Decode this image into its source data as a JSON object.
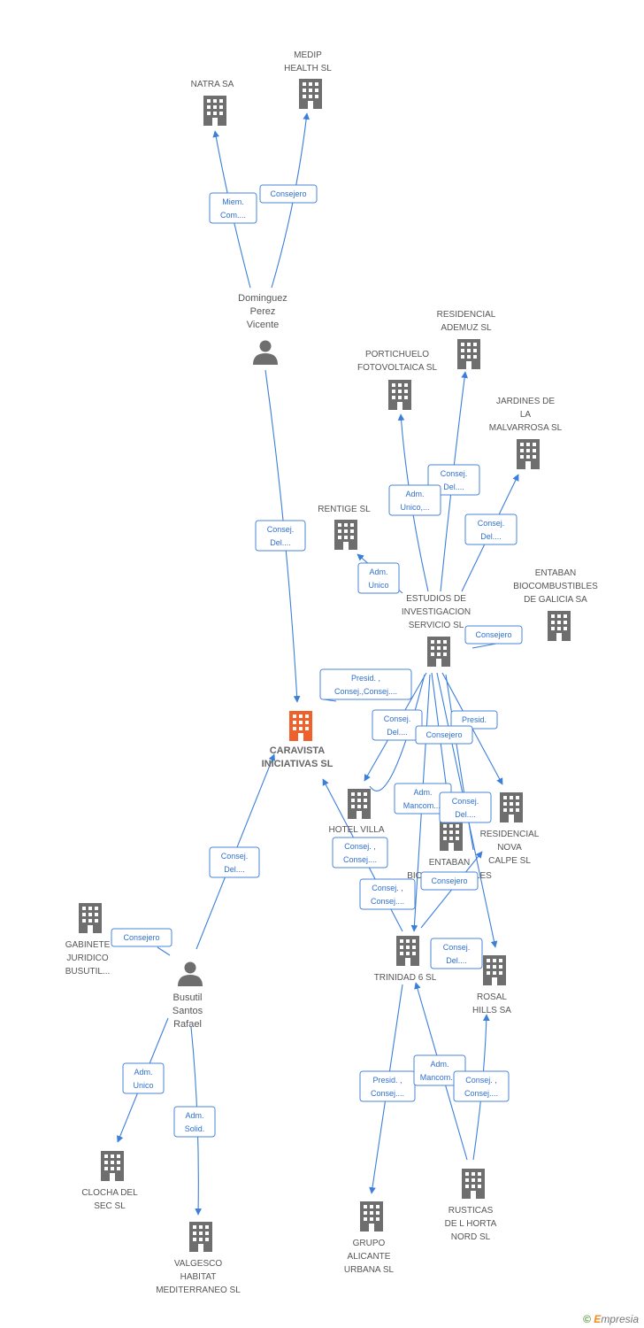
{
  "colors": {
    "edge": "#3b7fdb",
    "building": "#6e6e6e",
    "main_building": "#f0602a",
    "person": "#6e6e6e"
  },
  "footer": {
    "copyright": "©",
    "brand_e": "E",
    "brand_rest": "mpresia"
  },
  "nodes": [
    {
      "id": "natra",
      "type": "company",
      "lines": [
        "NATRA SA"
      ]
    },
    {
      "id": "medip",
      "type": "company",
      "lines": [
        "MEDIP",
        "HEALTH  SL"
      ]
    },
    {
      "id": "dominguez",
      "type": "person",
      "lines": [
        "Dominguez",
        "Perez",
        "Vicente"
      ]
    },
    {
      "id": "residencial_ademuz",
      "type": "company",
      "lines": [
        "RESIDENCIAL",
        "ADEMUZ SL"
      ]
    },
    {
      "id": "portichuelo",
      "type": "company",
      "lines": [
        "PORTICHUELO",
        "FOTOVOLTAICA SL"
      ]
    },
    {
      "id": "jardines",
      "type": "company",
      "lines": [
        "JARDINES DE",
        "LA",
        "MALVARROSA SL"
      ]
    },
    {
      "id": "rentige",
      "type": "company",
      "lines": [
        "RENTIGE SL"
      ]
    },
    {
      "id": "entaban_galicia",
      "type": "company",
      "lines": [
        "ENTABAN",
        "BIOCOMBUSTIBLES",
        "DE GALICIA SA"
      ]
    },
    {
      "id": "estudios",
      "type": "company",
      "lines": [
        "ESTUDIOS DE",
        "INVESTIGACION",
        "SERVICIO SL"
      ]
    },
    {
      "id": "caravista",
      "type": "main",
      "lines": [
        "CARAVISTA",
        "INICIATIVAS SL"
      ]
    },
    {
      "id": "hotel_villa",
      "type": "company",
      "lines": [
        "HOTEL VILLA"
      ]
    },
    {
      "id": "entaban_bio",
      "type": "company",
      "lines": [
        "ENTABAN",
        "BIOCOMBUSTIBLES"
      ]
    },
    {
      "id": "residencial_nova",
      "type": "company",
      "lines": [
        "RESIDENCIAL",
        "NOVA",
        "CALPE SL"
      ]
    },
    {
      "id": "gabinete",
      "type": "company",
      "lines": [
        "GABINETE",
        "JURIDICO",
        "BUSUTIL..."
      ]
    },
    {
      "id": "busutil",
      "type": "person",
      "lines": [
        "Busutil",
        "Santos",
        "Rafael"
      ]
    },
    {
      "id": "trinidad",
      "type": "company",
      "lines": [
        "TRINIDAD 6 SL"
      ]
    },
    {
      "id": "rosal",
      "type": "company",
      "lines": [
        "ROSAL",
        "HILLS SA"
      ]
    },
    {
      "id": "clocha",
      "type": "company",
      "lines": [
        "CLOCHA DEL",
        "SEC SL"
      ]
    },
    {
      "id": "valgesco",
      "type": "company",
      "lines": [
        "VALGESCO",
        "HABITAT",
        "MEDITERRANEO SL"
      ]
    },
    {
      "id": "grupo_alicante",
      "type": "company",
      "lines": [
        "GRUPO",
        "ALICANTE",
        "URBANA SL"
      ]
    },
    {
      "id": "rusticas",
      "type": "company",
      "lines": [
        "RUSTICAS",
        "DE L HORTA",
        "NORD  SL"
      ]
    }
  ],
  "relations": [
    {
      "lines": [
        "Miem.",
        "Com...."
      ]
    },
    {
      "lines": [
        "Consejero"
      ]
    },
    {
      "lines": [
        "Consej.",
        "Del...."
      ]
    },
    {
      "lines": [
        "Consej.",
        "Del...."
      ]
    },
    {
      "lines": [
        "Adm.",
        "Unico,..."
      ]
    },
    {
      "lines": [
        "Consej.",
        "Del...."
      ]
    },
    {
      "lines": [
        "Adm.",
        "Unico"
      ]
    },
    {
      "lines": [
        "Consejero"
      ]
    },
    {
      "lines": [
        "Presid. ,",
        "Consej.,Consej...."
      ]
    },
    {
      "lines": [
        "Consej.",
        "Del...."
      ]
    },
    {
      "lines": [
        "Presid."
      ]
    },
    {
      "lines": [
        "Consejero"
      ]
    },
    {
      "lines": [
        "Adm.",
        "Mancom...."
      ]
    },
    {
      "lines": [
        "Consej.",
        "Del...."
      ]
    },
    {
      "lines": [
        "Consej. ,",
        "Consej...."
      ]
    },
    {
      "lines": [
        "Consejero"
      ]
    },
    {
      "lines": [
        "Consej. ,",
        "Consej...."
      ]
    },
    {
      "lines": [
        "Consej.",
        "Del...."
      ]
    },
    {
      "lines": [
        "Consej.",
        "Del...."
      ]
    },
    {
      "lines": [
        "Consejero"
      ]
    },
    {
      "lines": [
        "Adm.",
        "Unico"
      ]
    },
    {
      "lines": [
        "Adm.",
        "Solid."
      ]
    },
    {
      "lines": [
        "Presid. ,",
        "Consej...."
      ]
    },
    {
      "lines": [
        "Adm.",
        "Mancom...."
      ]
    },
    {
      "lines": [
        "Consej. ,",
        "Consej...."
      ]
    }
  ]
}
